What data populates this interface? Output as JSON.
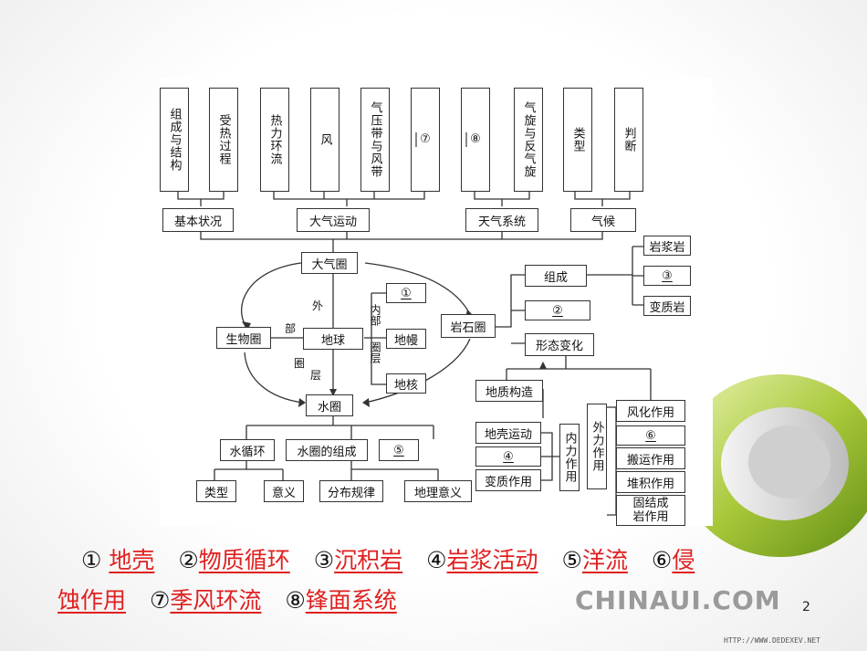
{
  "diagram": {
    "top_items": [
      "组成与结构",
      "受热过程",
      "热力环流",
      "风",
      "气压带与风带",
      "⑦",
      "⑧",
      "气旋与反气旋",
      "类型",
      "判断"
    ],
    "groups": [
      "基本状况",
      "大气运动",
      "天气系统",
      "气候"
    ],
    "atmosphere": "大气圈",
    "earth": "地球",
    "biosphere": "生物圈",
    "hydrosphere": "水圈",
    "lithosphere": "岩石圈",
    "outer_label_1": "外",
    "outer_label_2": "部",
    "outer_label_3": "圈",
    "outer_label_4": "层",
    "inner_label_1": "内部",
    "inner_label_2": "圈层",
    "inner_items": [
      "①",
      "地幔",
      "地核"
    ],
    "composition": "组成",
    "blank2": "②",
    "morphology": "形态变化",
    "rock_types": [
      "岩浆岩",
      "③",
      "变质岩"
    ],
    "geo_structure": "地质构造",
    "internal_items": [
      "地壳运动",
      "④",
      "变质作用"
    ],
    "internal_force": "内力作用",
    "external_force": "外力作用",
    "external_items": [
      "风化作用",
      "⑥",
      "搬运作用",
      "堆积作用",
      "固结成岩作用"
    ],
    "water_items": [
      "水循环",
      "水圈的组成",
      "⑤"
    ],
    "water_sub": [
      "类型",
      "意义",
      "分布规律",
      "地理意义"
    ]
  },
  "answers": {
    "n1": "①",
    "a1": "地壳",
    "n2": "②",
    "a2": "物质循环",
    "n3": "③",
    "a3": "沉积岩",
    "n4": "④",
    "a4": "岩浆活动",
    "n5": "⑤",
    "a5": "洋流",
    "n6": "⑥",
    "a6a": "侵",
    "a6b": "蚀作用",
    "n7": "⑦",
    "a7": "季风环流",
    "n8": "⑧",
    "a8": "锋面系统"
  },
  "page_number": "2",
  "watermark": "CHINAUI.COM",
  "footer_url": "HTTP://WWW.DEDEXEV.NET"
}
